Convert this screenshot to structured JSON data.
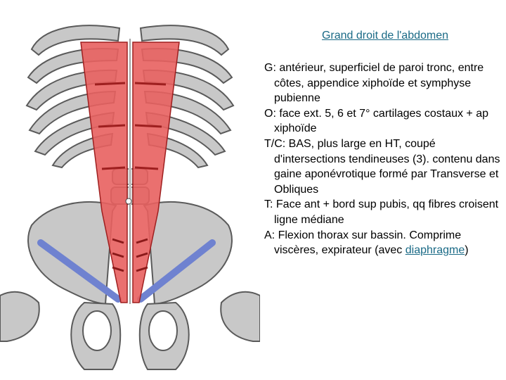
{
  "slide": {
    "title": "Grand droit de l'abdomen",
    "items": [
      {
        "text": "G: antérieur, superficiel de paroi tronc, entre côtes, appendice xiphoïde et symphyse pubienne"
      },
      {
        "text": "O: face ext. 5, 6 et 7° cartilages costaux + ap xiphoïde"
      },
      {
        "text": "T/C: BAS, plus large en HT, coupé d'intersections tendineuses (3). contenu dans gaine aponévrotique formé par Transverse et Obliques"
      },
      {
        "text": "T: Face ant + bord sup pubis, qq fibres croisent ligne médiane"
      },
      {
        "text_before": "A: Flexion thorax sur bassin. Comprime viscères, expirateur (avec ",
        "link": "diaphragme",
        "text_after": ")"
      }
    ]
  },
  "figure": {
    "colors": {
      "bone": "#c8c8c8",
      "bone_outline": "#5a5a5a",
      "muscle": "#e8615f",
      "muscle_outline": "#9e1f1f",
      "ligament": "#6f82d0",
      "link": "#1a6a86"
    }
  }
}
